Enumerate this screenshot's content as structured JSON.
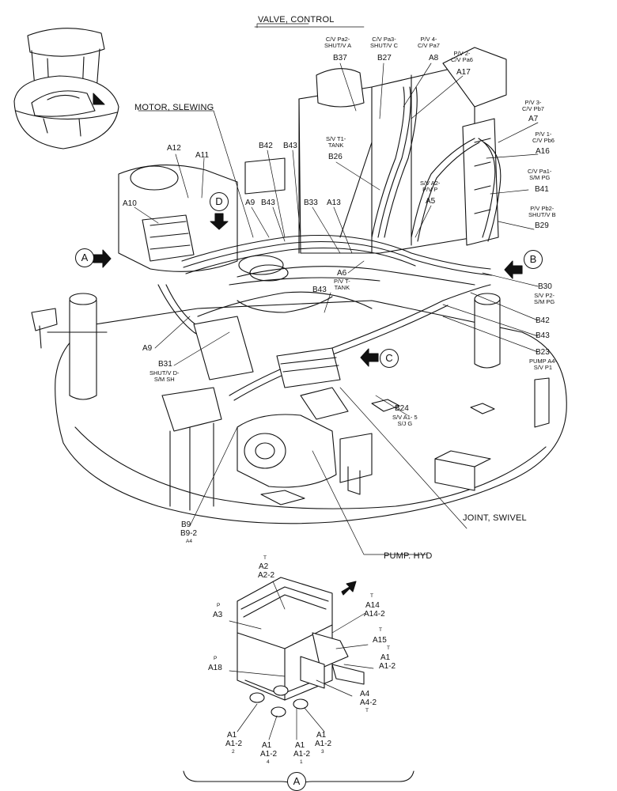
{
  "sections": {
    "valve_control": "VALVE, CONTROL",
    "motor_slewing": "MOTOR, SLEWING",
    "joint_swivel": "JOINT, SWIVEL",
    "pump_hyd": "PUMP. HYD"
  },
  "callouts": {
    "a_left": "A",
    "b_right": "B",
    "c_mid": "C",
    "d_top": "D",
    "a_detail": "A"
  },
  "labels": {
    "cv_pa2": "C/V Pa2-\nSHUT/V A",
    "b37": "B37",
    "cv_pa3": "C/V Pa3-\nSHUT/V C",
    "b27": "B27",
    "pv4": "P/V 4-\nC/V Pa7",
    "a8": "A8",
    "pv2": "P/V 2-\nC/V Pa6",
    "a17": "A17",
    "pv3": "P/V 3-\nC/V Pb7",
    "a7": "A7",
    "pv1": "P/V 1-\nC/V Pb6",
    "a16": "A16",
    "cv_pa1": "C/V Pa1-\nS/M PG",
    "b41": "B41",
    "pv_pb2": "P/V Pb2-\nSHUT/V B",
    "b29": "B29",
    "sv_t1": "S/V T1-\nTANK",
    "b26": "B26",
    "sv_a2": "S/V A2-\nP/V P",
    "a5": "A5",
    "a12": "A12",
    "a11": "A11",
    "a10": "A10",
    "b42_top": "B42",
    "b43_top": "B43",
    "a9_top": "A9",
    "b43_mid": "B43",
    "b33": "B33",
    "a13": "A13",
    "a6": "A6",
    "pv_t": "P/V T-\nTANK",
    "b43_low": "B43",
    "b30": "B30",
    "sv_p2": "S/V P2-\nS/M PG",
    "b42_right": "B42",
    "b43_right": "B43",
    "b23": "B23",
    "pump_a4": "PUMP A4-\nS/V P1",
    "a9_left": "A9",
    "b31": "B31",
    "shutv_d": "SHUT/V D-\nS/M SH",
    "b24": "B24",
    "sv_a1": "S/V A1- 5\nS/J G",
    "b9": "B9",
    "b9_2": "B9-2",
    "b9_a4": "A4"
  },
  "detail": {
    "t_a2": "T",
    "a2": "A2",
    "a2_2": "A2-2",
    "p_a3": "P",
    "a3": "A3",
    "t_a14": "T",
    "a14": "A14",
    "a14_2": "A14-2",
    "t_a15": "T",
    "a15": "A15",
    "t_a1": "T",
    "a1_r": "A1",
    "a1_2_r": "A1-2",
    "p_a18": "P",
    "a18": "A18",
    "a4": "A4",
    "a4_2": "A4-2",
    "t_a4": "T",
    "a1_1": "A1",
    "a1_2_1": "A1-2",
    "n2": "2",
    "a1_2": "A1",
    "a1_2_2": "A1-2",
    "n4": "4",
    "a1_3": "A1",
    "a1_2_3": "A1-2",
    "n1": "1",
    "a1_4": "A1",
    "a1_2_4": "A1-2",
    "n3": "3"
  }
}
